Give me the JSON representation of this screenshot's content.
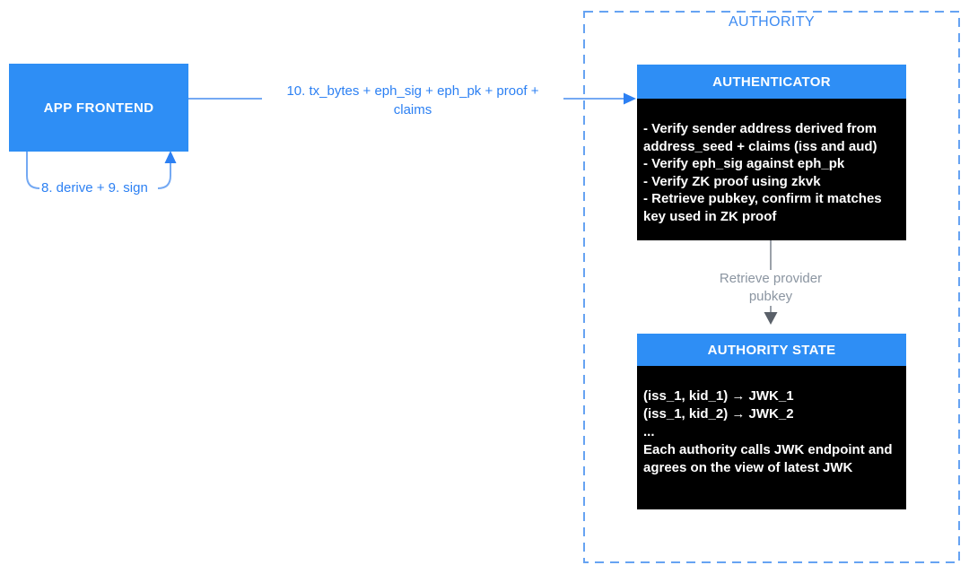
{
  "colors": {
    "node-blue": "#2E8EF5",
    "text-blue": "#2C80F3",
    "title-blue": "#3D8BF2",
    "dash-blue": "#66A3F2",
    "line-blue": "#74A9F3",
    "arrow-blue": "#2C80F3",
    "line-gray": "#9BA1A9",
    "head-gray": "#5A6069",
    "text-gray": "#8B95A1",
    "panel-black": "#000000",
    "text-white": "#FFFFFF"
  },
  "nodes": {
    "app_frontend": {
      "label": "APP FRONTEND"
    },
    "authority": {
      "title": "AUTHORITY"
    },
    "authenticator": {
      "title": "AUTHENTICATOR",
      "body_lines": [
        "- Verify sender address derived from",
        "address_seed + claims (iss and aud)",
        "- Verify eph_sig against eph_pk",
        "- Verify ZK proof using zkvk",
        "- Retrieve pubkey, confirm it matches",
        "key used in ZK proof"
      ]
    },
    "authority_state": {
      "title": "AUTHORITY STATE",
      "body_lines": [
        "(iss_1, kid_1) → JWK_1",
        "(iss_1, kid_2) → JWK_2",
        "...",
        "Each authority calls JWK endpoint and",
        "agrees on the view of latest JWK"
      ]
    }
  },
  "edges": {
    "tx_arrow": {
      "lines": [
        "10. tx_bytes + eph_sig + eph_pk + proof +",
        "claims"
      ]
    },
    "derive_sign_loop": {
      "label": "8. derive + 9. sign"
    },
    "retrieve_pubkey": {
      "lines": [
        "Retrieve provider",
        "pubkey"
      ]
    }
  }
}
